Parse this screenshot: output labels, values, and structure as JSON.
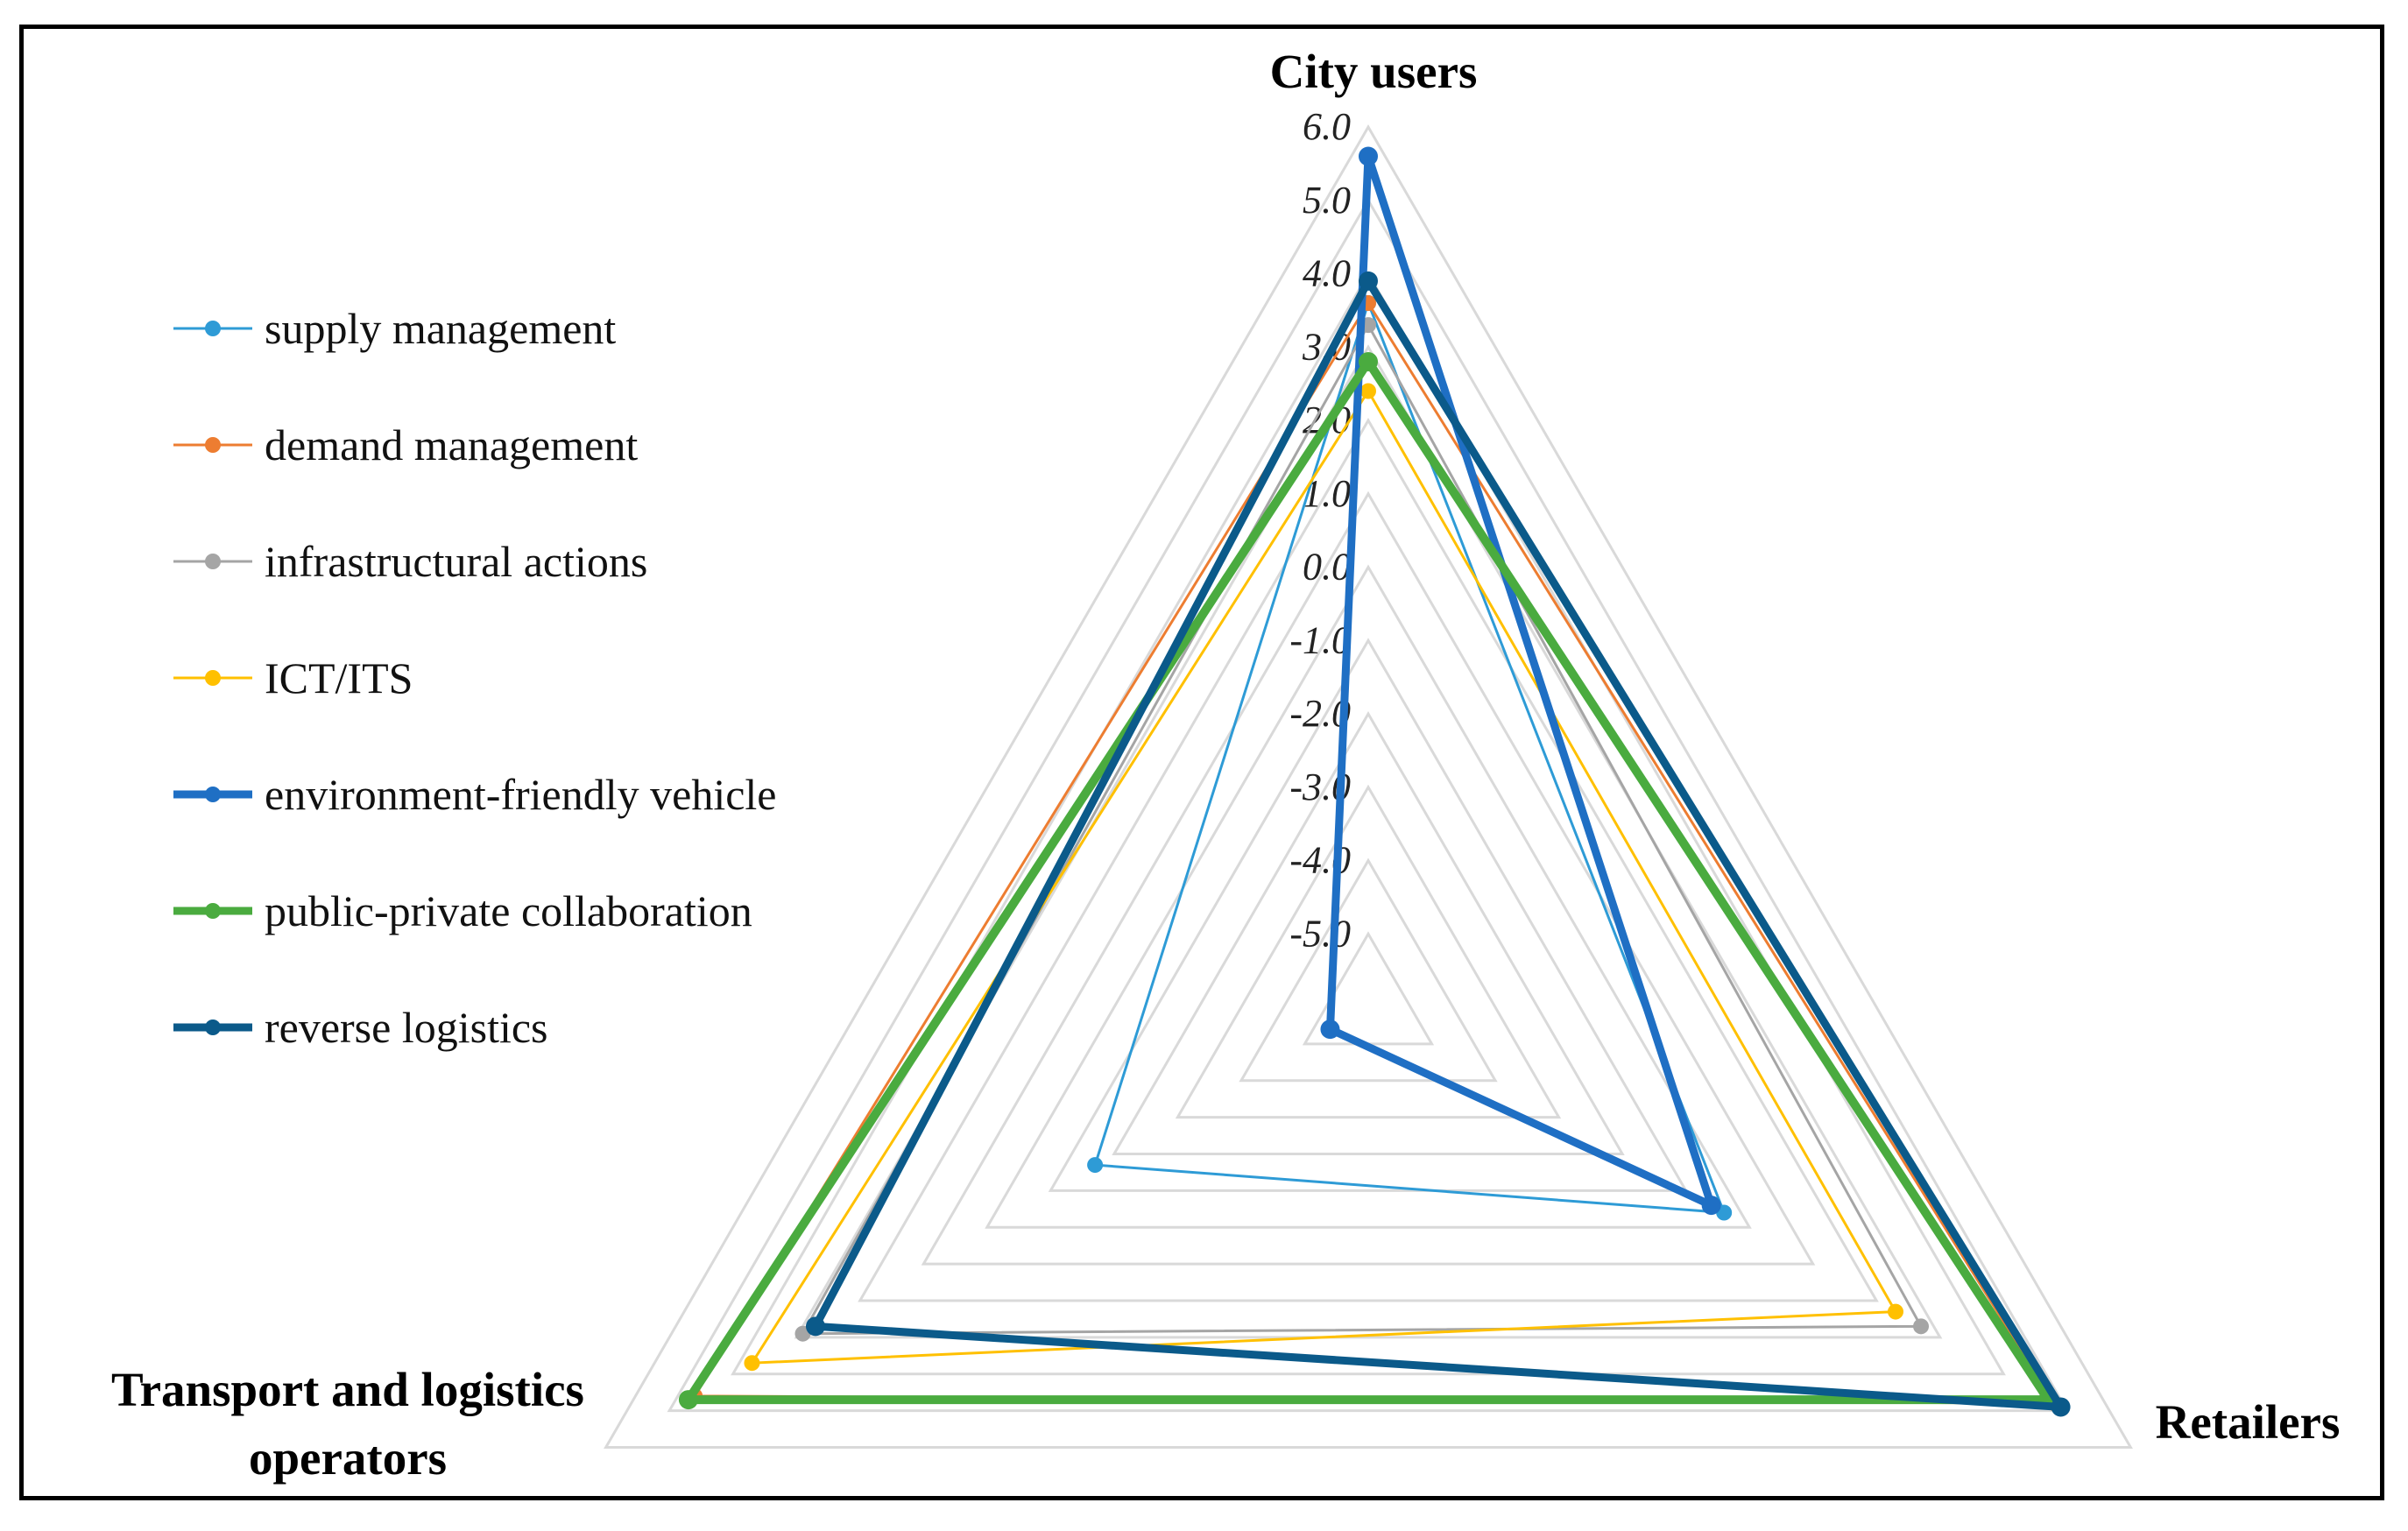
{
  "chart_data": {
    "type": "radar",
    "axes": [
      "City users",
      "Retailers",
      "Transport and logistics operators"
    ],
    "axis_labels": [
      {
        "lines": [
          "City users"
        ]
      },
      {
        "lines": [
          "Retailers"
        ]
      },
      {
        "lines": [
          "Transport and logistics",
          "operators"
        ]
      }
    ],
    "range": [
      -6.0,
      6.0
    ],
    "ticks": [
      "6.0",
      "5.0",
      "4.0",
      "3.0",
      "2.0",
      "1.0",
      "0.0",
      "-1.0",
      "-2.0",
      "-3.0",
      "-4.0",
      "-5.0"
    ],
    "tick_values": [
      6,
      5,
      4,
      3,
      2,
      1,
      0,
      -1,
      -2,
      -3,
      -4,
      -5
    ],
    "grid": true,
    "legend_position": "left",
    "series": [
      {
        "name": "supply management",
        "color": "#2e9bd6",
        "width": 3,
        "values": [
          3.6,
          -0.4,
          -1.7
        ]
      },
      {
        "name": "demand management",
        "color": "#ed7d31",
        "width": 3,
        "values": [
          3.6,
          4.8,
          4.6
        ]
      },
      {
        "name": "infrastructural actions",
        "color": "#a5a5a5",
        "width": 3,
        "values": [
          3.3,
          2.7,
          2.9
        ]
      },
      {
        "name": "ICT/ITS",
        "color": "#ffc000",
        "width": 3,
        "values": [
          2.4,
          2.3,
          3.7
        ]
      },
      {
        "name": "environment-friendly vehicle",
        "color": "#1f6fc4",
        "width": 9,
        "values": [
          5.6,
          -0.6,
          -5.4
        ]
      },
      {
        "name": "public-private collaboration",
        "color": "#4aab3f",
        "width": 10,
        "values": [
          2.8,
          4.7,
          4.7
        ]
      },
      {
        "name": "reverse logistics",
        "color": "#0b5a8a",
        "width": 9,
        "values": [
          3.9,
          4.9,
          2.7
        ]
      }
    ]
  }
}
